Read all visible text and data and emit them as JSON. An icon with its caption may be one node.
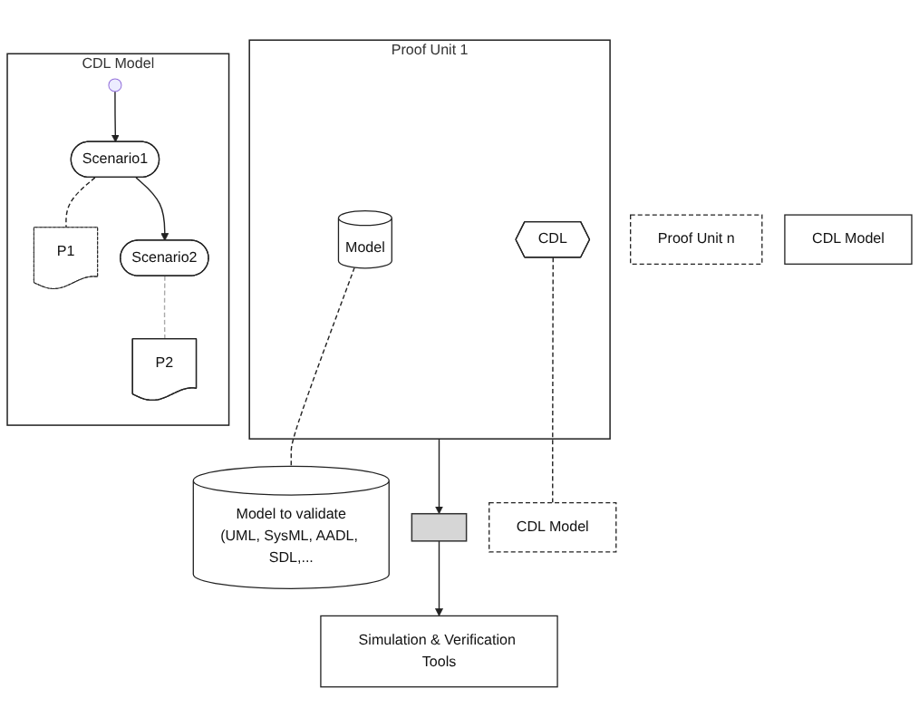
{
  "diagram": {
    "nodes": [
      {
        "text": [
          "Proof Unit n"
        ]
      },
      {
        "text": [
          "Proof Unit 1"
        ]
      },
      {
        "text": [
          "Model"
        ],
        "in": 1
      },
      {
        "text": [
          "CDL"
        ],
        "in": 1
      },
      {
        "text": [
          "Model to validate",
          "(UML, SysML, AADL, SDL,..."
        ]
      },
      {
        "text": [
          "CDL Model"
        ]
      },
      {
        "text": [
          "CDL Model"
        ]
      },
      {
        "text": [
          "CDL Model"
        ]
      },
      {
        "text": [],
        "shape": "circle",
        "in": 7
      },
      {
        "text": [
          "Scenario1"
        ],
        "in": 7
      },
      {
        "text": [
          "P1"
        ],
        "in": 7
      },
      {
        "text": [
          "Scenario2"
        ],
        "in": 7
      },
      {
        "text": [
          "P2"
        ],
        "in": 7
      },
      {
        "text": [],
        "shape": "box"
      },
      {
        "text": [
          "Simulation & Verification Tools"
        ]
      }
    ],
    "edges": [
      {
        "from": 2,
        "to": 4,
        "arrow": "none",
        "style": "dashed"
      },
      {
        "from": 3,
        "to": 5,
        "arrow": "none",
        "style": "dashed"
      },
      {
        "from": 8,
        "to": 9,
        "arrow": "to"
      },
      {
        "from": 9,
        "to": 10,
        "arrow": "none",
        "style": "dashed"
      },
      {
        "from": 9,
        "to": 11,
        "arrow": "to"
      },
      {
        "from": 11,
        "to": 12,
        "arrow": "none",
        "style": "dashed",
        "color": "#aaaaaa"
      },
      {
        "from": 1,
        "to": 13,
        "arrow": "to"
      },
      {
        "from": 13,
        "to": 14,
        "arrow": "to"
      }
    ]
  }
}
